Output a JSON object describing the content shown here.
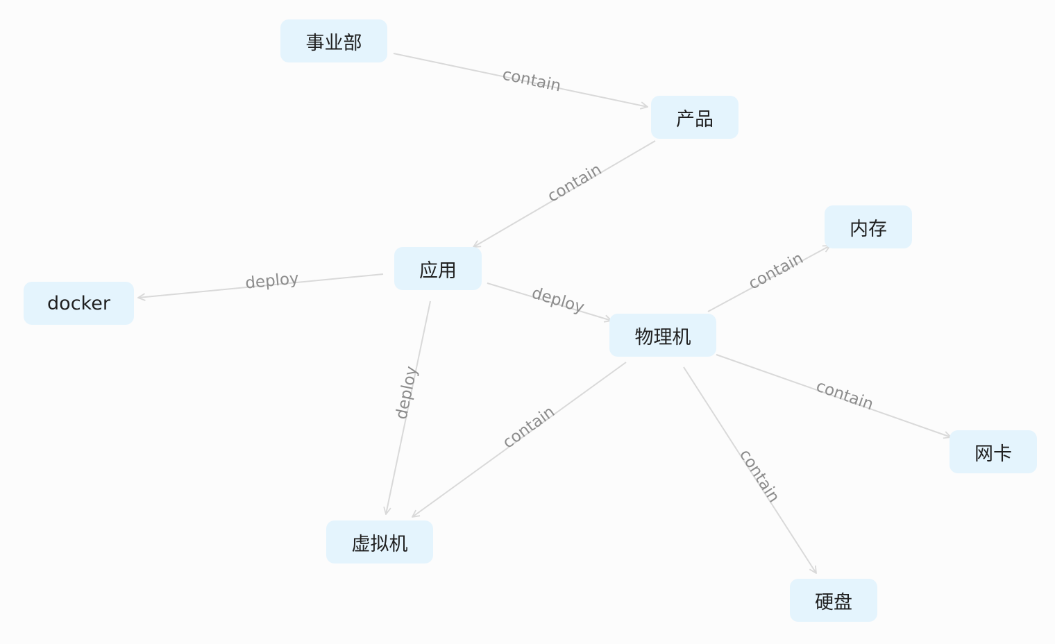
{
  "nodes": [
    {
      "id": "bu",
      "label": "事业部"
    },
    {
      "id": "product",
      "label": "产品"
    },
    {
      "id": "app",
      "label": "应用"
    },
    {
      "id": "docker",
      "label": "docker"
    },
    {
      "id": "memory",
      "label": "内存"
    },
    {
      "id": "physical",
      "label": "物理机"
    },
    {
      "id": "nic",
      "label": "网卡"
    },
    {
      "id": "vm",
      "label": "虚拟机"
    },
    {
      "id": "disk",
      "label": "硬盘"
    }
  ],
  "edges": [
    {
      "id": "bu-product",
      "source": "bu",
      "target": "product",
      "label": "contain"
    },
    {
      "id": "product-app",
      "source": "product",
      "target": "app",
      "label": "contain"
    },
    {
      "id": "app-docker",
      "source": "app",
      "target": "docker",
      "label": "deploy"
    },
    {
      "id": "app-physical",
      "source": "app",
      "target": "physical",
      "label": "deploy"
    },
    {
      "id": "app-vm",
      "source": "app",
      "target": "vm",
      "label": "deploy"
    },
    {
      "id": "physical-memory",
      "source": "physical",
      "target": "memory",
      "label": "contain"
    },
    {
      "id": "physical-nic",
      "source": "physical",
      "target": "nic",
      "label": "contain"
    },
    {
      "id": "physical-vm",
      "source": "physical",
      "target": "vm",
      "label": "contain"
    },
    {
      "id": "physical-disk",
      "source": "physical",
      "target": "disk",
      "label": "contain"
    }
  ],
  "colors": {
    "node_fill": "#e4f4fd",
    "edge_stroke": "#d9d9d9",
    "edge_label": "#8c8c8c",
    "background": "#fcfcfc"
  }
}
